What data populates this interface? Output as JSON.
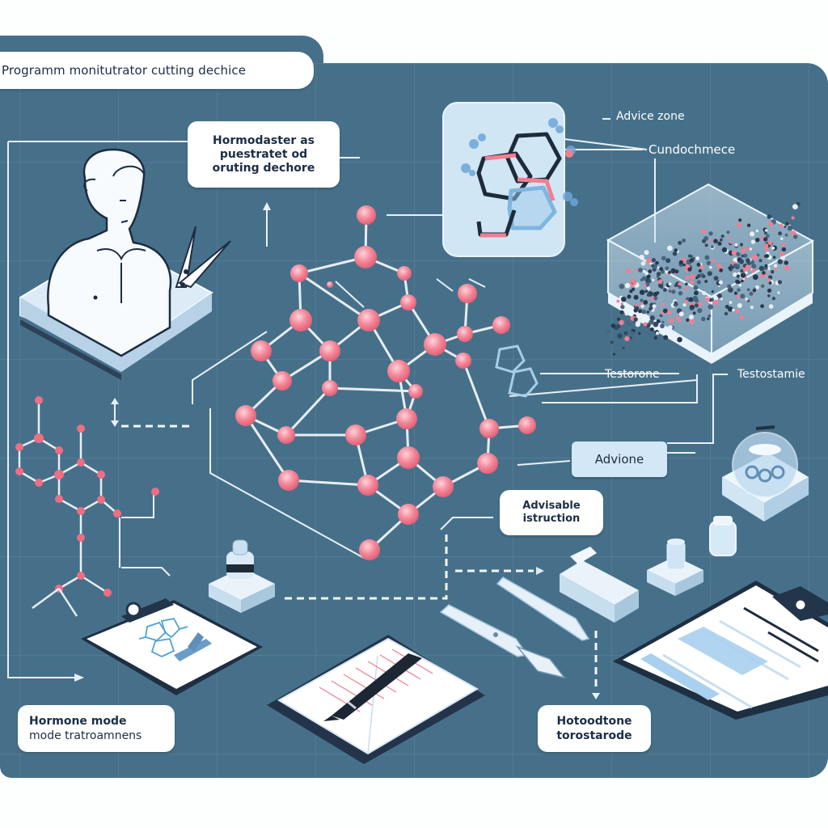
{
  "header": {
    "title": "Programm monitutrator cutting dechice"
  },
  "callouts": {
    "hormodaster": [
      "Hormodaster as",
      "puestratet od",
      "oruting dechore"
    ],
    "advice_zone": "Advice zone",
    "cundochmece": "Cundochmece",
    "testorone": "Testorone",
    "testostamie": "Testostamie",
    "advione": "Advione",
    "advisable_instruction": [
      "Advisable",
      "istruction"
    ],
    "hormone_mode": [
      "Hormone mode",
      "mode tratroamnens"
    ],
    "hotoodtone": [
      "Hotoodtone",
      "torostarode"
    ]
  },
  "illustrations": {
    "person": "person-with-scissors",
    "molecule_card": "hexagon-molecule-card",
    "crystal_box": "molecular-crystal-box",
    "central_molecule": "central-atom-network",
    "left_molecule": "small-steroid-molecule",
    "clipboard_left": "clipboard-with-structure",
    "microscope": "microscope-block",
    "notebook": "open-notebook-with-pen",
    "scalpel": "surgical-knife",
    "clamp": "clamp-block",
    "vials": "glass-vials",
    "dome_jar": "dome-jar",
    "clipboard_right": "clipboard-report"
  },
  "colors": {
    "panel": "#46708a",
    "atom": "#f07f92",
    "bond": "#e8eef3",
    "card_blue": "#d3e7f6",
    "ink": "#1c2d45"
  }
}
